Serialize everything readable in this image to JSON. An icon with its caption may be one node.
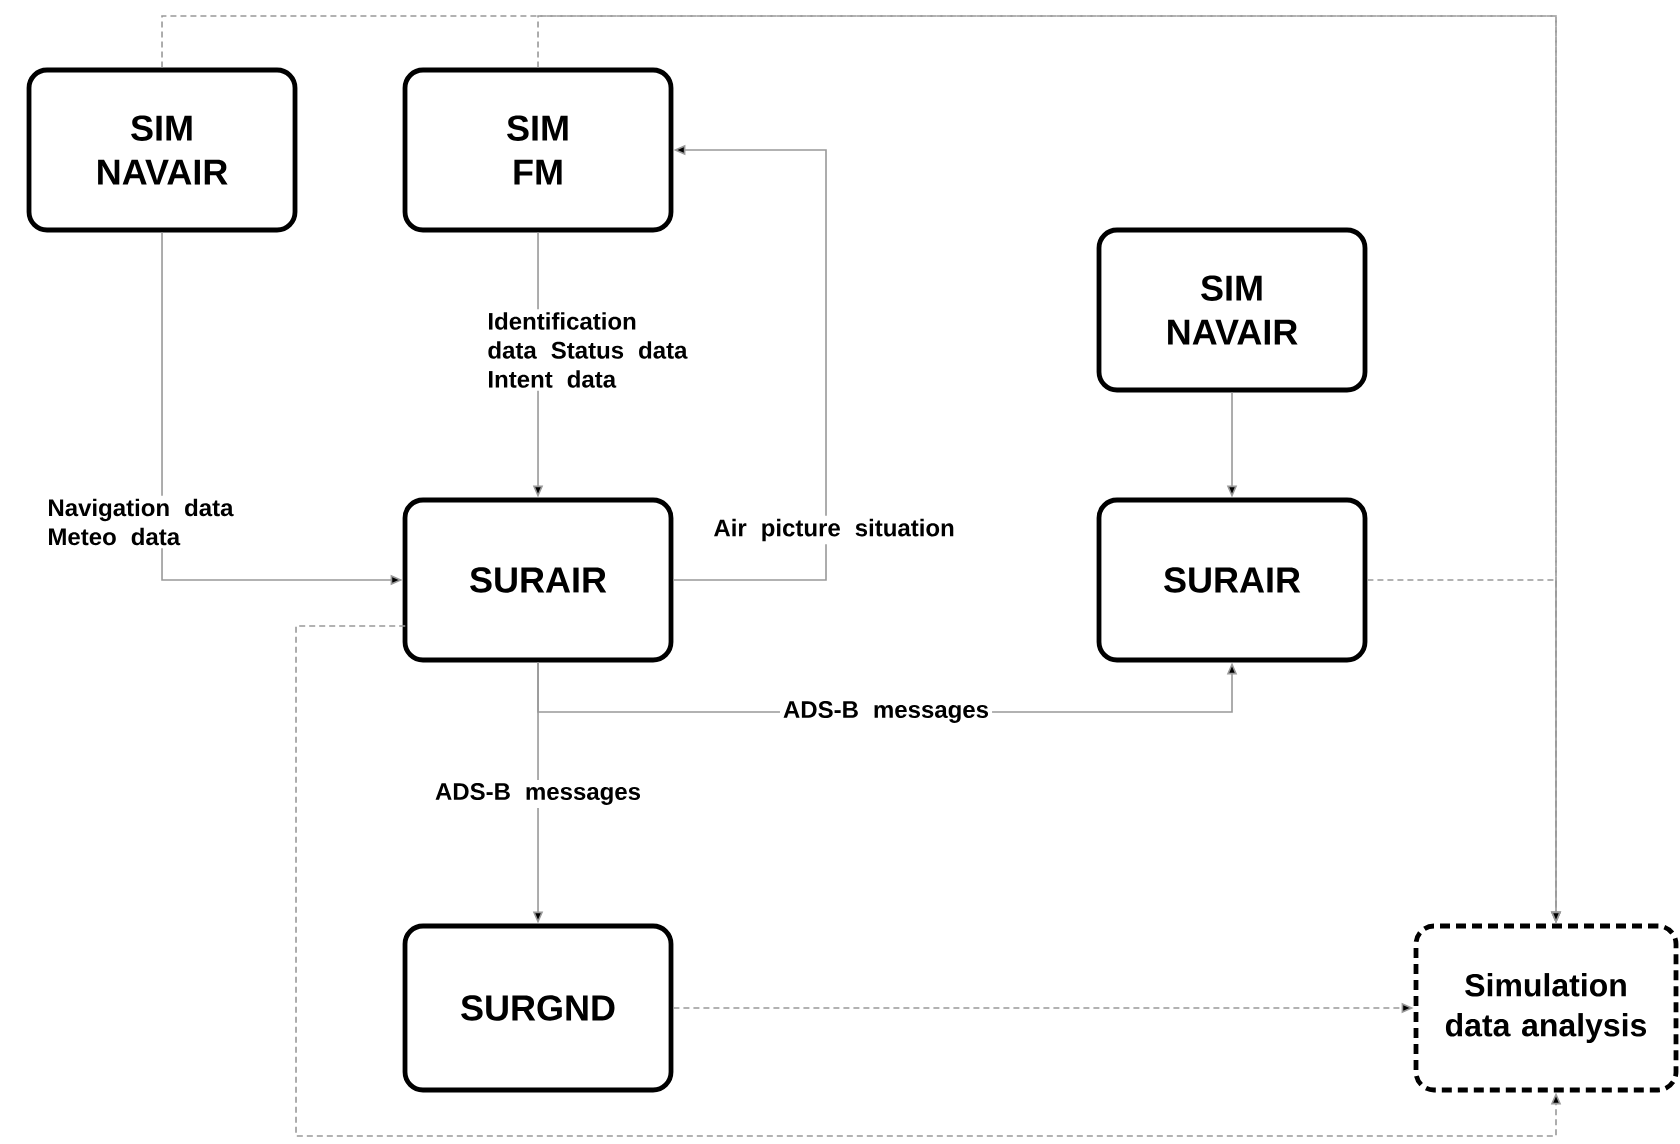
{
  "diagram": {
    "nodes": [
      {
        "text": [
          "SIM NAVAIR"
        ]
      },
      {
        "text": [
          "SIM FM"
        ]
      },
      {
        "text": [
          "SIM NAVAIR"
        ]
      },
      {
        "text": [
          "SURAIR"
        ]
      },
      {
        "text": [
          "SURAIR"
        ]
      },
      {
        "text": [
          "SURGND"
        ]
      },
      {
        "text": [
          "Simulation data analysis"
        ]
      }
    ],
    "edges": [
      {
        "from": 0,
        "to": 3,
        "arrow": "to",
        "label": "Navigation data Meteo data"
      },
      {
        "from": 1,
        "to": 3,
        "arrow": "to",
        "label": "Identification data Status data Intent data"
      },
      {
        "from": 3,
        "to": 1,
        "arrow": "to",
        "label": "Air picture situation"
      },
      {
        "from": 2,
        "to": 4,
        "arrow": "to"
      },
      {
        "from": 3,
        "to": 4,
        "arrow": "to",
        "label": "ADS-B messages"
      },
      {
        "from": 3,
        "to": 5,
        "arrow": "to",
        "label": "ADS-B messages"
      },
      {
        "from": 0,
        "to": 6,
        "arrow": "to",
        "style": "dashed"
      },
      {
        "from": 1,
        "to": 6,
        "arrow": "to",
        "style": "dashed"
      },
      {
        "from": 4,
        "to": 6,
        "arrow": "to",
        "style": "dashed"
      },
      {
        "from": 5,
        "to": 6,
        "arrow": "to",
        "style": "dashed"
      },
      {
        "from": 3,
        "to": 6,
        "arrow": "to",
        "style": "dashed"
      }
    ]
  }
}
